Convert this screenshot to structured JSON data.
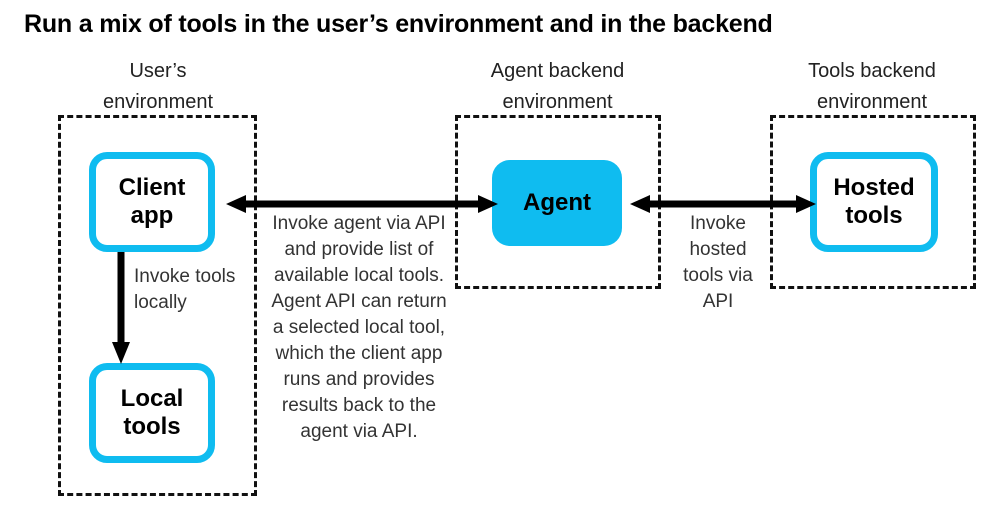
{
  "title": "Run a mix of tools in the user’s environment and in the backend",
  "colors": {
    "accent": "#0fbcf0",
    "text": "#222222",
    "title": "#000000",
    "dashed_border": "#111111",
    "arrow": "#000000",
    "background": "#ffffff"
  },
  "environments": [
    {
      "id": "user",
      "header_line1": "User’s",
      "header_line2": "environment"
    },
    {
      "id": "agent",
      "header_line1": "Agent backend",
      "header_line2": "environment"
    },
    {
      "id": "tools",
      "header_line1": "Tools backend",
      "header_line2": "environment"
    }
  ],
  "nodes": {
    "client_app": {
      "line1": "Client",
      "line2": "app",
      "style": "outline"
    },
    "local_tools": {
      "line1": "Local",
      "line2": "tools",
      "style": "outline"
    },
    "agent": {
      "line1": "Agent",
      "line2": "",
      "style": "filled"
    },
    "hosted_tools": {
      "line1": "Hosted",
      "line2": "tools",
      "style": "outline"
    }
  },
  "connectors": {
    "client_agent": {
      "direction": "bidirectional",
      "orientation": "horizontal"
    },
    "agent_tools": {
      "direction": "bidirectional",
      "orientation": "horizontal"
    },
    "client_local": {
      "direction": "down",
      "orientation": "vertical"
    }
  },
  "captions": {
    "center": "Invoke agent via API and provide list of available local tools. Agent API can return a selected local tool, which the client app runs and provides results back to the agent via API.",
    "local": "Invoke tools locally",
    "hosted": "Invoke hosted tools via API"
  }
}
